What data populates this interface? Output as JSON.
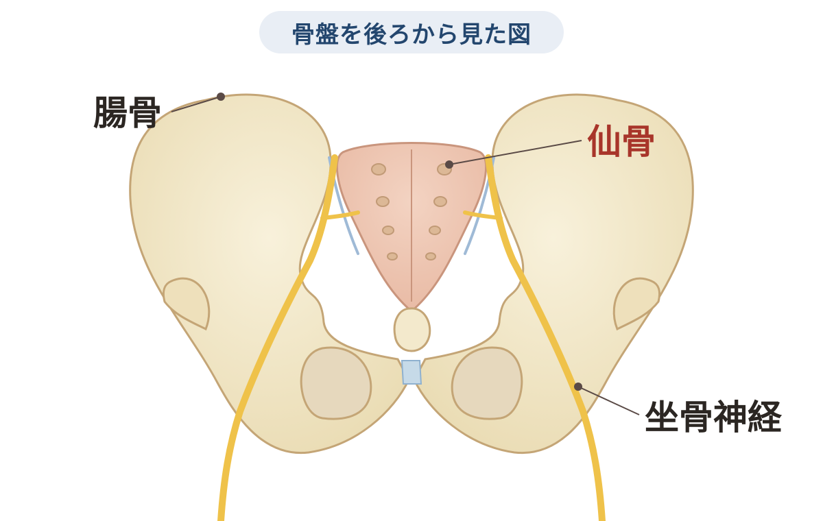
{
  "title": "骨盤を後ろから見た図",
  "labels": {
    "ilium": "腸骨",
    "sacrum": "仙骨",
    "sciatic_nerve": "坐骨神経"
  },
  "colors": {
    "title_bg": "#e9eef5",
    "title_text": "#23466e",
    "label_text": "#2b2622",
    "sacrum_label": "#a8352a",
    "bone_fill": "#f3e9cc",
    "bone_outline": "#c4a576",
    "sacrum_fill": "#efc7b2",
    "nerve": "#efc24a",
    "ligament": "#9fbad6",
    "leader_line": "#5a4a46"
  }
}
